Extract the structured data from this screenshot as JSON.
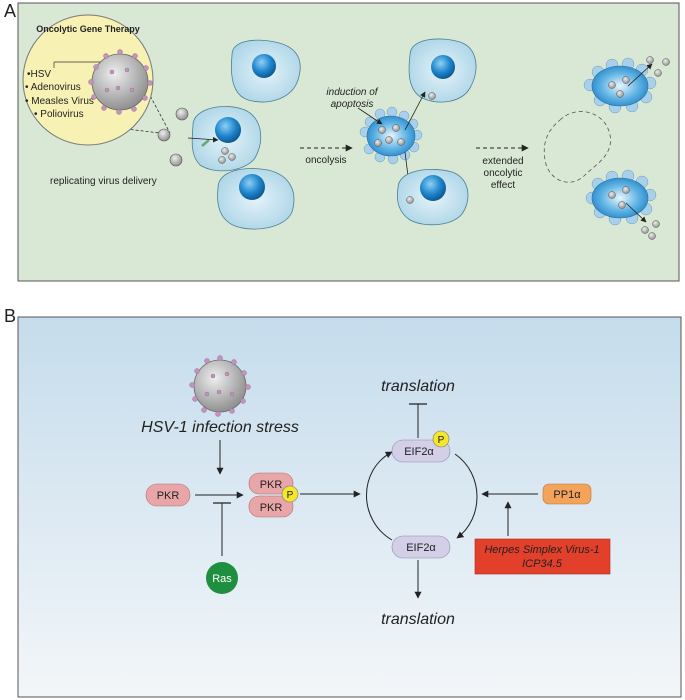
{
  "panel_a": {
    "letter": "A",
    "inset": {
      "title": "Oncolytic Gene Therapy",
      "viruses": [
        "•HSV",
        "• Adenovirus",
        "• Measles Virus",
        "• Poliovirus"
      ]
    },
    "labels": {
      "delivery": "replicating virus delivery",
      "oncolysis": "oncolysis",
      "apoptosis_line1": "induction of",
      "apoptosis_line2": "apoptosis",
      "extended_line1": "extended",
      "extended_line2": "oncolytic",
      "extended_line3": "effect"
    }
  },
  "panel_b": {
    "letter": "B",
    "stress_label": "HSV-1 infection stress",
    "pkr": "PKR",
    "pkr_top": "PKR",
    "pkr_bottom": "PKR",
    "phospho": "P",
    "phospho_eif": "P",
    "ras": "Ras",
    "eif_top": "EIF2α",
    "eif_bottom": "EIF2α",
    "translation_top": "translation",
    "translation_bottom": "translation",
    "pp1a": "PP1α",
    "hsv_box_line1": "Herpes Simplex Virus-1",
    "hsv_box_line2": "ICP34.5"
  },
  "colors": {
    "panel_a_bg": "#d9e8d4",
    "panel_b_bg_top": "#c5dcec",
    "panel_b_bg_bottom": "#f3f6f9",
    "cell_fill": "#bcdcea",
    "nucleus": "#2a8fd1",
    "pkr_fill": "#e8a6a8",
    "eif_fill": "#d3cfe6",
    "phospho_fill": "#f4e62a",
    "ras_fill": "#1e8f3e",
    "pp1a_fill": "#f3a45a",
    "hsv_box_fill": "#e2402a",
    "inset_fill": "#f7f2b3"
  }
}
